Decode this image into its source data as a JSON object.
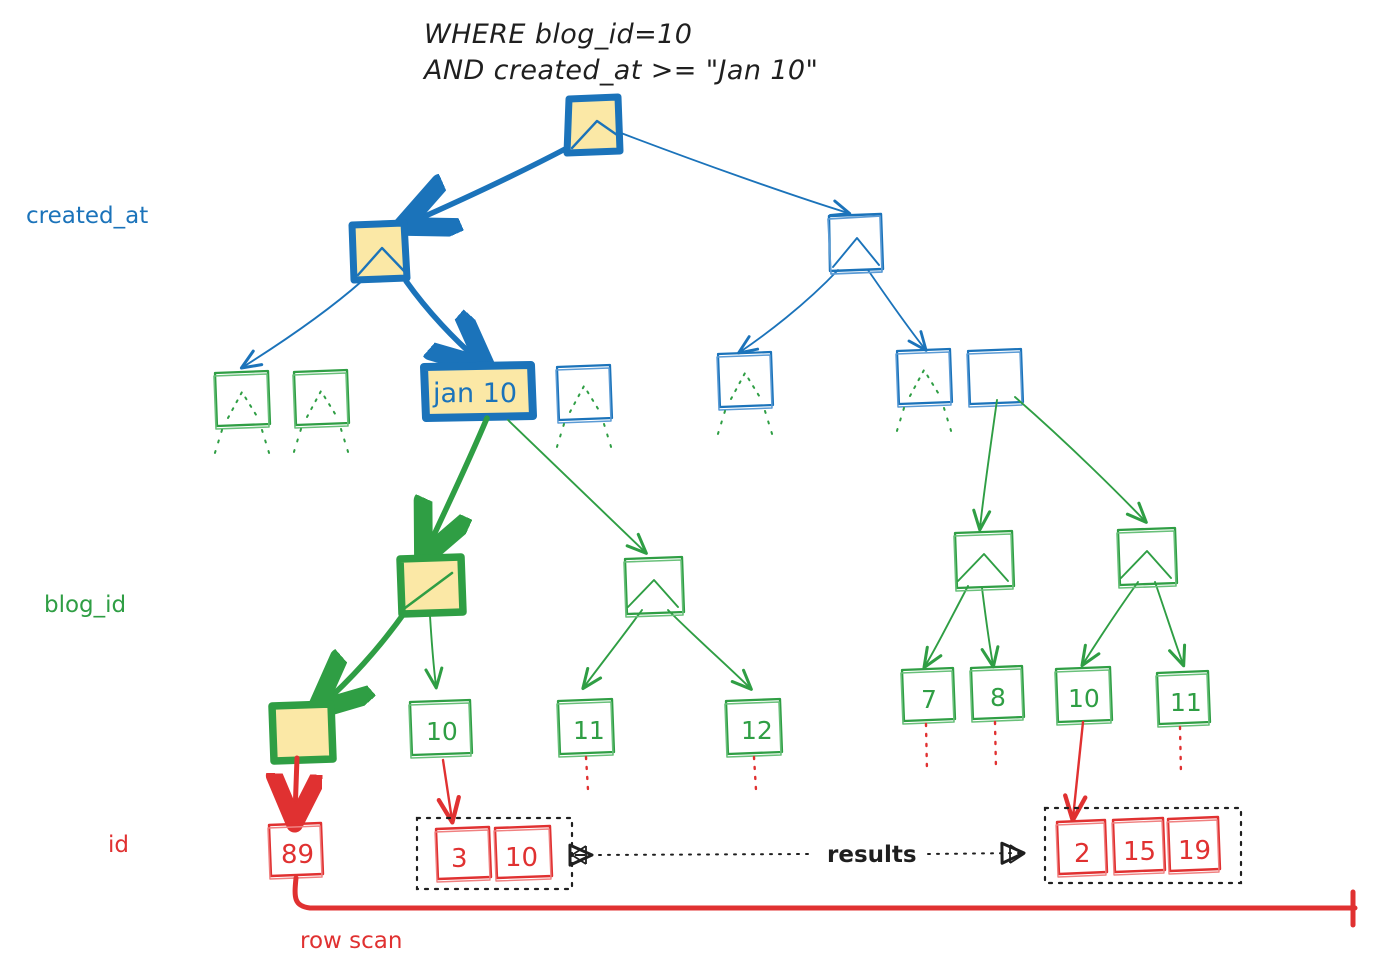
{
  "diagram": {
    "title_line1": "WHERE blog_id=10",
    "title_line2": "AND created_at >= \"Jan 10\"",
    "colors": {
      "blue": "#1b73ba",
      "blue_light": "#5b9bd5",
      "green": "#2f9e44",
      "green_light": "#69c07a",
      "red": "#e03131",
      "yellow_fill": "#fbe8a6",
      "black": "#1f1f1f",
      "white": "#ffffff"
    },
    "level_labels": [
      {
        "text": "created_at",
        "color": "#1b73ba"
      },
      {
        "text": "blog_id",
        "color": "#2f9e44"
      },
      {
        "text": "id",
        "color": "#e03131"
      }
    ],
    "annotations": {
      "results": "results",
      "row_scan": "row scan"
    },
    "highlighted_node_label": "jan 10",
    "created_at_tree": {
      "root": {
        "label": "",
        "highlighted": true
      },
      "level2": [
        {
          "label": "",
          "highlighted": true
        },
        {
          "label": "",
          "highlighted": false
        }
      ],
      "level3": [
        {
          "label": "",
          "highlighted": false,
          "color": "green"
        },
        {
          "label": "",
          "highlighted": false,
          "color": "green"
        },
        {
          "label": "jan 10",
          "highlighted": true,
          "color": "blue"
        },
        {
          "label": "",
          "highlighted": false,
          "color": "blue"
        },
        {
          "label": "",
          "highlighted": false,
          "color": "blue"
        },
        {
          "label": "",
          "highlighted": false,
          "color": "blue"
        },
        {
          "label": "",
          "highlighted": false,
          "color": "blue"
        }
      ]
    },
    "blog_id_tree": {
      "inner": [
        {
          "label": "",
          "highlighted": true
        },
        {
          "label": "",
          "highlighted": false
        },
        {
          "label": "",
          "highlighted": false
        },
        {
          "label": "",
          "highlighted": false
        }
      ],
      "leaves": [
        {
          "label": "",
          "highlighted": true
        },
        {
          "label": "10",
          "highlighted": false
        },
        {
          "label": "11",
          "highlighted": false
        },
        {
          "label": "12",
          "highlighted": false
        },
        {
          "label": "7",
          "highlighted": false
        },
        {
          "label": "8",
          "highlighted": false
        },
        {
          "label": "10",
          "highlighted": false
        },
        {
          "label": "11",
          "highlighted": false
        }
      ]
    },
    "id_row": {
      "single": {
        "label": "89"
      },
      "group_left": {
        "values": [
          "3",
          "10"
        ]
      },
      "group_right": {
        "values": [
          "2",
          "15",
          "19"
        ]
      }
    }
  }
}
